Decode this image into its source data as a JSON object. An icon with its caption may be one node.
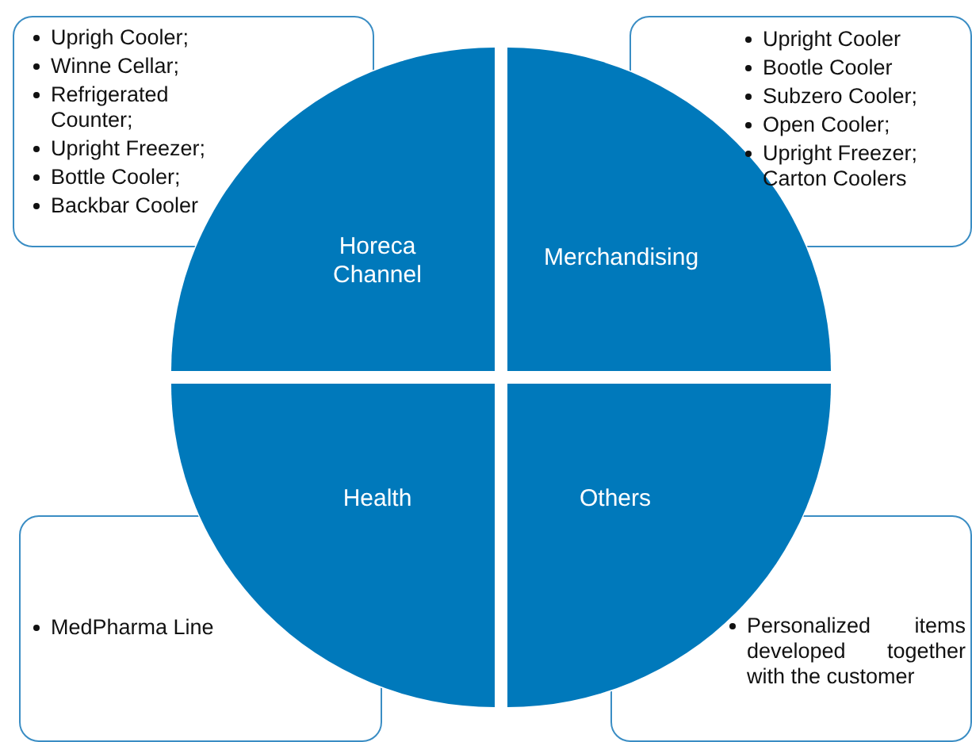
{
  "diagram": {
    "nodes": [
      {
        "text": [
          "Uprigh Cooler;",
          "Winne Cellar;",
          "Refrigerated Counter;",
          "Upright Freezer;",
          "Bottle Cooler;",
          "Backbar Cooler"
        ]
      },
      {
        "text": [
          "Upright Cooler",
          "Bootle Cooler",
          "Subzero Cooler;",
          "Open Cooler;",
          "Upright Freezer; Carton Coolers"
        ]
      },
      {
        "text": [
          "MedPharma Line"
        ]
      },
      {
        "text": [
          "Personalized items developed together with the customer"
        ]
      },
      {
        "text": [
          "Horeca Channel"
        ]
      },
      {
        "text": [
          "Merchandising"
        ]
      },
      {
        "text": [
          "Health"
        ]
      },
      {
        "text": [
          "Others"
        ]
      }
    ],
    "edges": []
  }
}
